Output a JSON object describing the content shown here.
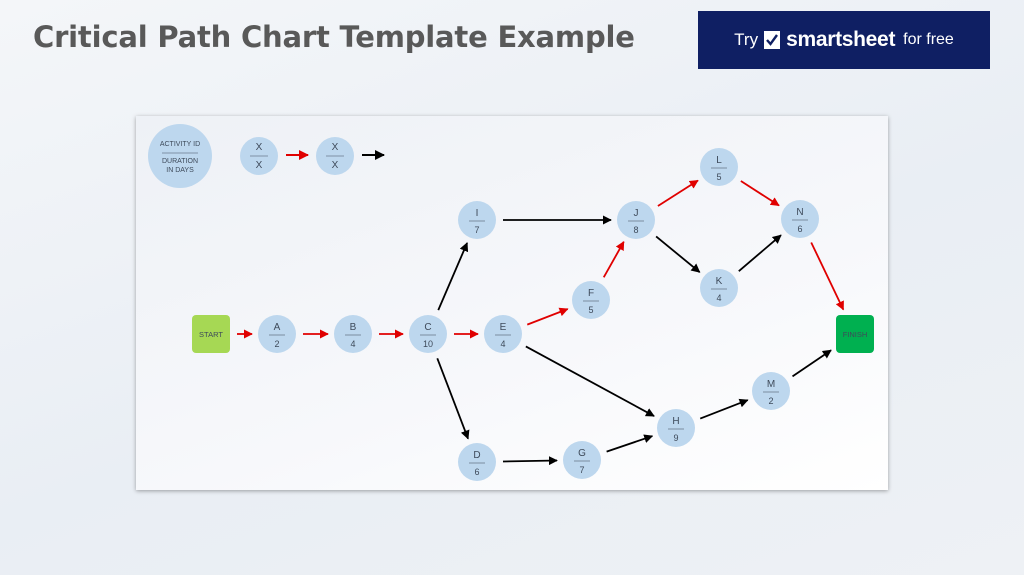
{
  "title": "Critical Path Chart Template Example",
  "cta": {
    "try": "Try",
    "brand": "smartsheet",
    "suffix": "for free",
    "bg": "#0f1f63"
  },
  "legend": {
    "label_top": "ACTIVITY ID",
    "label_bottom": "DURATION IN DAYS",
    "label_bottom_lines": [
      "DURATION",
      "IN DAYS"
    ],
    "sample_id": "X",
    "sample_duration": "X"
  },
  "colors": {
    "node": "#bdd7ee",
    "start": "#a6d854",
    "finish": "#00b050",
    "critical_arrow": "#e00000",
    "normal_arrow": "#000000"
  },
  "start_label": "START",
  "finish_label": "FINISH",
  "activities": [
    {
      "id": "A",
      "duration": "2"
    },
    {
      "id": "B",
      "duration": "4"
    },
    {
      "id": "C",
      "duration": "10"
    },
    {
      "id": "D",
      "duration": "6"
    },
    {
      "id": "E",
      "duration": "4"
    },
    {
      "id": "F",
      "duration": "5"
    },
    {
      "id": "G",
      "duration": "7"
    },
    {
      "id": "H",
      "duration": "9"
    },
    {
      "id": "I",
      "duration": "7"
    },
    {
      "id": "J",
      "duration": "8"
    },
    {
      "id": "K",
      "duration": "4"
    },
    {
      "id": "L",
      "duration": "5"
    },
    {
      "id": "M",
      "duration": "2"
    },
    {
      "id": "N",
      "duration": "6"
    }
  ],
  "dependencies": [
    {
      "from": "START",
      "to": "A",
      "critical": true
    },
    {
      "from": "A",
      "to": "B",
      "critical": true
    },
    {
      "from": "B",
      "to": "C",
      "critical": true
    },
    {
      "from": "C",
      "to": "E",
      "critical": true
    },
    {
      "from": "E",
      "to": "F",
      "critical": true
    },
    {
      "from": "F",
      "to": "J",
      "critical": true
    },
    {
      "from": "J",
      "to": "L",
      "critical": true
    },
    {
      "from": "L",
      "to": "N",
      "critical": true
    },
    {
      "from": "N",
      "to": "FINISH",
      "critical": true
    },
    {
      "from": "C",
      "to": "I",
      "critical": false
    },
    {
      "from": "C",
      "to": "D",
      "critical": false
    },
    {
      "from": "I",
      "to": "J",
      "critical": false
    },
    {
      "from": "J",
      "to": "K",
      "critical": false
    },
    {
      "from": "K",
      "to": "N",
      "critical": false
    },
    {
      "from": "E",
      "to": "H",
      "critical": false
    },
    {
      "from": "D",
      "to": "G",
      "critical": false
    },
    {
      "from": "G",
      "to": "H",
      "critical": false
    },
    {
      "from": "H",
      "to": "M",
      "critical": false
    },
    {
      "from": "M",
      "to": "FINISH",
      "critical": false
    }
  ]
}
